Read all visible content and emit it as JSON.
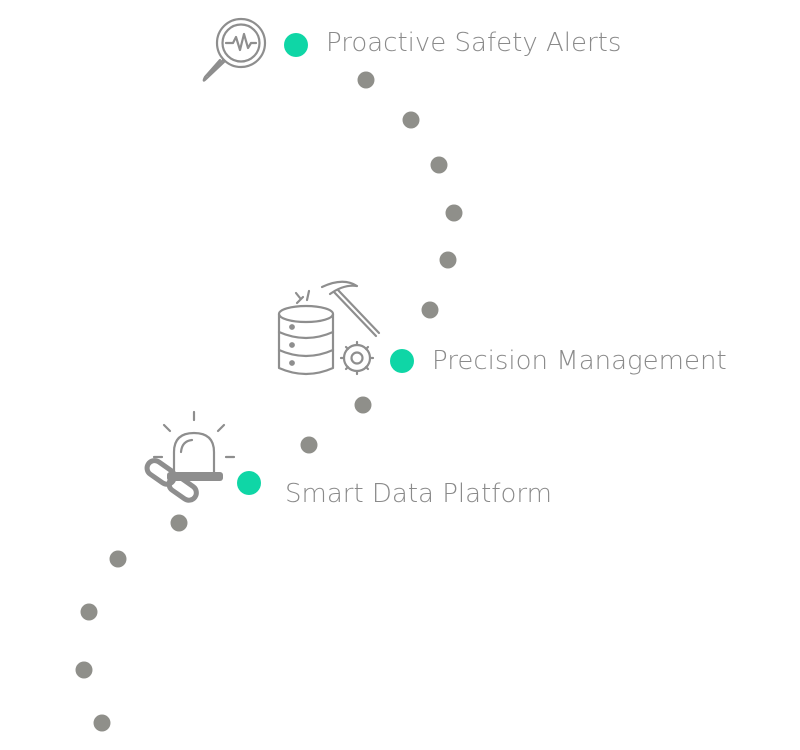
{
  "colors": {
    "accent": "#0fd6a6",
    "dot": "#8f8f8a",
    "icon": "#8e8e8e",
    "text": "#8a8a8a",
    "background": "#ffffff"
  },
  "milestones": [
    {
      "label": "Proactive Safety Alerts",
      "icon": "magnifier-pulse-icon"
    },
    {
      "label": "Precision Management",
      "icon": "database-pickaxe-gear-icon"
    },
    {
      "label": "Smart Data Platform",
      "icon": "alarm-siren-chain-link-icon"
    }
  ]
}
